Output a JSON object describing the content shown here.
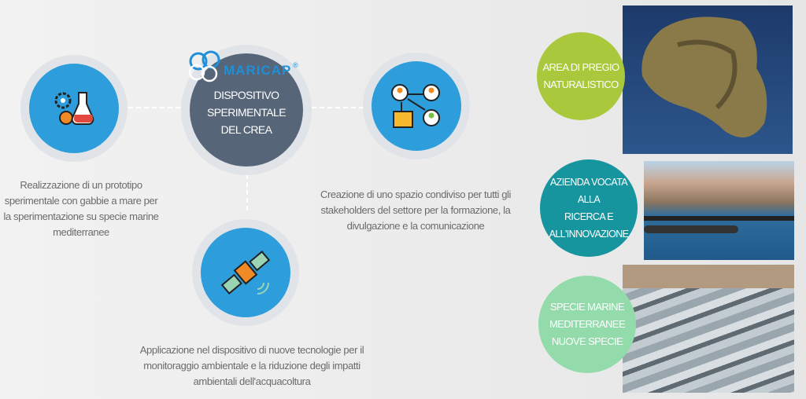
{
  "logo": {
    "text": "MARICAP",
    "mark": "®"
  },
  "center": {
    "label_lines": [
      "DISPOSITIVO",
      "SPERIMENTALE",
      "DEL CREA"
    ]
  },
  "left": {
    "icon": "gears-flask-icon",
    "text_lines": [
      "Realizzazione di un prototipo",
      "sperimentale  con gabbie a mare per",
      "la sperimentazione su specie marine",
      "mediterranee"
    ]
  },
  "right": {
    "icon": "network-people-icon",
    "text_lines": [
      "Creazione di uno spazio condiviso per tutti gli",
      "stakeholders del settore per la formazione, la",
      "divulgazione e la comunicazione"
    ]
  },
  "bottom": {
    "icon": "satellite-icon",
    "text_lines": [
      "Applicazione nel dispositivo di nuove tecnologie per il",
      "monitoraggio ambientale e la riduzione degli impatti",
      "ambientali dell'acquacoltura"
    ]
  },
  "features": [
    {
      "lines": [
        "AREA DI PREGIO",
        "NATURALISTICO"
      ],
      "color": "#a9c83b"
    },
    {
      "lines": [
        "AZIENDA VOCATA ALLA",
        "RICERCA E",
        "ALL'INNOVAZIONE"
      ],
      "color": "#17959f"
    },
    {
      "lines": [
        "SPECIE MARINE",
        "MEDITERRANEE",
        "NUOVE SPECIE"
      ],
      "color": "#93dbab"
    }
  ]
}
